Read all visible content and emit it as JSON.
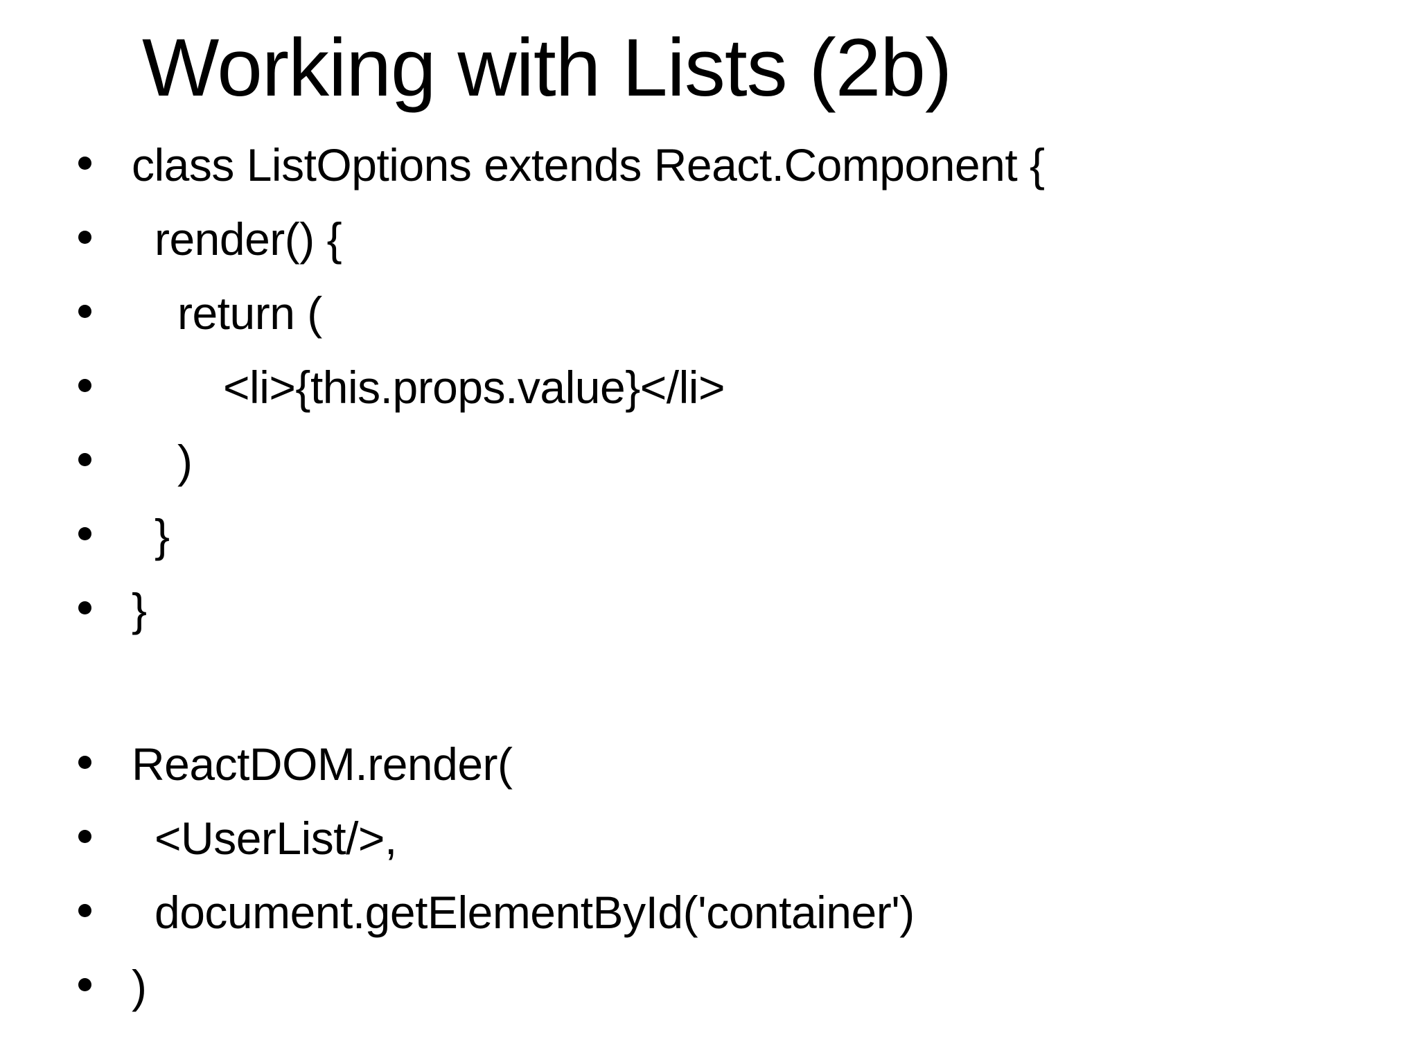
{
  "slide": {
    "title": "Working with Lists (2b)",
    "lines": [
      {
        "text": "class ListOptions extends React.Component {",
        "indent": 0
      },
      {
        "text": "render() {",
        "indent": 1
      },
      {
        "text": "return (",
        "indent": 2
      },
      {
        "text": "<li>{this.props.value}</li>",
        "indent": 4
      },
      {
        "text": ")",
        "indent": 2
      },
      {
        "text": "}",
        "indent": 1
      },
      {
        "text": "}",
        "indent": 0
      },
      {
        "text": "ReactDOM.render(",
        "indent": 0
      },
      {
        "text": "<UserList/>,",
        "indent": 1
      },
      {
        "text": "document.getElementById('container')",
        "indent": 1
      },
      {
        "text": ")",
        "indent": 0
      }
    ]
  }
}
